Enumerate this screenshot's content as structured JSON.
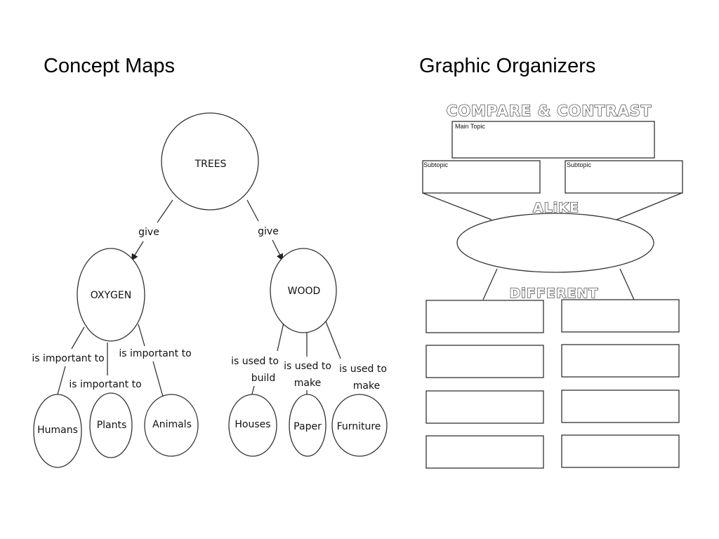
{
  "slide": {
    "left_title": "Concept Maps",
    "right_title": "Graphic Organizers"
  },
  "concept_map": {
    "root": "TREES",
    "branch_left": {
      "edge_label": "give",
      "node": "OXYGEN",
      "edges": [
        "is important to",
        "is important to",
        "is important to"
      ],
      "leaves": [
        "Humans",
        "Plants",
        "Animals"
      ]
    },
    "branch_right": {
      "edge_label": "give",
      "node": "WOOD",
      "edges": [
        {
          "line1": "is used to",
          "line2": "build"
        },
        {
          "line1": "is used to",
          "line2": "make"
        },
        {
          "line1": "is used to",
          "line2": "make"
        }
      ],
      "leaves": [
        "Houses",
        "Paper",
        "Furniture"
      ]
    }
  },
  "organizer": {
    "banner_title": "COMPARE & CONTRAST",
    "main_topic_label": "Main Topic",
    "subtopic_left_label": "Subtopic",
    "subtopic_right_label": "Subtopic",
    "alike_label": "ALiKE",
    "different_label": "DiFFERENT",
    "difference_rows": 4
  },
  "colors": {
    "line": "#333333",
    "background": "#ffffff"
  }
}
